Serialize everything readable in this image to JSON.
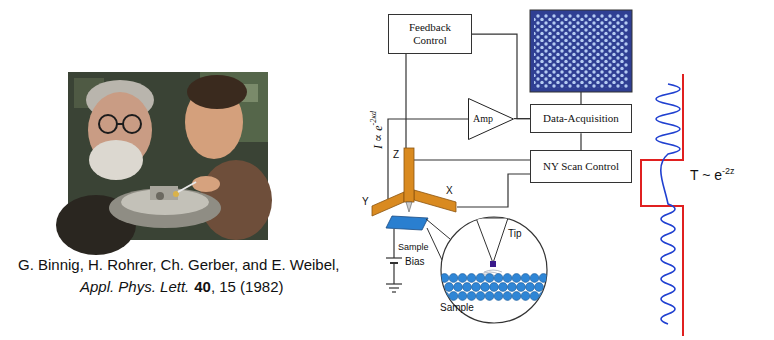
{
  "diagram": {
    "nodes": [
      {
        "text": [
          "Feedback Control"
        ]
      },
      {
        "text": [
          "Amp"
        ]
      },
      {
        "text": [
          "Data-Acquisition"
        ]
      },
      {
        "text": [
          "NY Scan Control"
        ]
      },
      {
        "text": [
          "Tip",
          "Sample"
        ]
      }
    ],
    "edges": [
      {
        "from": 0,
        "to": 2,
        "arrow": "none"
      },
      {
        "from": 1,
        "to": 2,
        "arrow": "none"
      },
      {
        "from": 2,
        "to": 3,
        "arrow": "none"
      }
    ],
    "labels": [
      "G. Binnig, H. Rohrer, Ch. Gerber, and E. Weibel,",
      "Appl. Phys. Lett.",
      "40",
      ", 15 (1982)",
      "I ∝ e",
      "-2κd",
      "Z",
      "Y",
      "X",
      "Sample",
      "Bias",
      "T ~ e",
      "-2z"
    ]
  }
}
